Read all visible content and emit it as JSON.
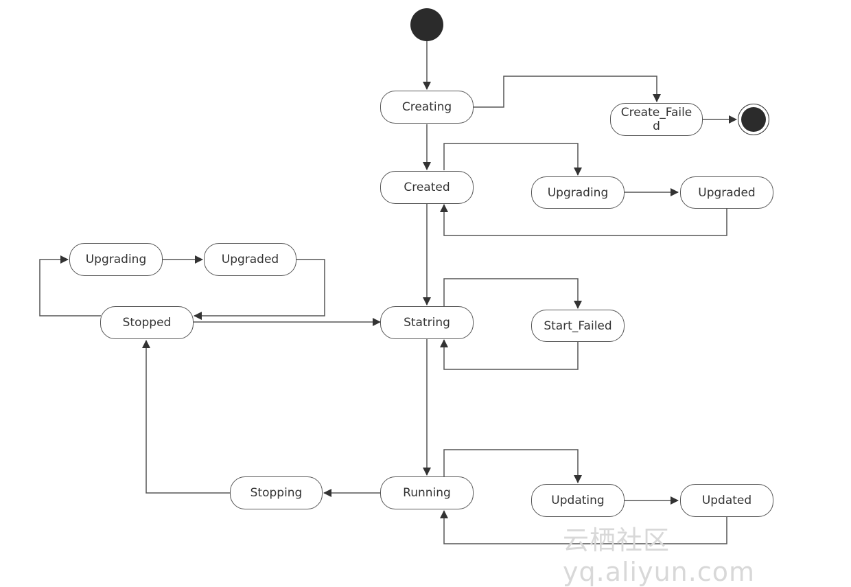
{
  "states": {
    "creating": "Creating",
    "create_failed": "Create_Failed",
    "created": "Created",
    "upgrading_top": "Upgrading",
    "upgraded_top": "Upgraded",
    "upgrading_left": "Upgrading",
    "upgraded_left": "Upgraded",
    "stopped": "Stopped",
    "statring": "Statring",
    "start_failed": "Start_Failed",
    "running": "Running",
    "stopping": "Stopping",
    "updating": "Updating",
    "updated": "Updated"
  },
  "watermark": "云栖社区 yq.aliyun.com"
}
